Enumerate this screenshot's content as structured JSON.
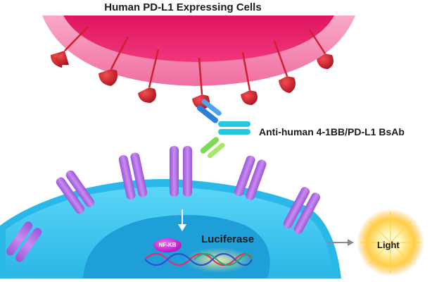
{
  "labels": {
    "expressing_cells": "Human PD-L1 Expressing Cells",
    "bsab": "Anti-human 4-1BB/PD-L1 BsAb",
    "nfkb": "NF-KB",
    "luciferase": "Luciferase",
    "light": "Light"
  },
  "colors": {
    "target_cell_outer": "#f58ab4",
    "target_cell_inner": "#e8206e",
    "pdl1": "#d01f2f",
    "effector_cell_membrane": "#2ab8e8",
    "effector_cell_body": "#4fd2f5",
    "nucleus": "#1e9fd8",
    "receptor": "#b779e6",
    "nfkb": "#cf1fd6",
    "light_glow": "#ffc21a"
  }
}
